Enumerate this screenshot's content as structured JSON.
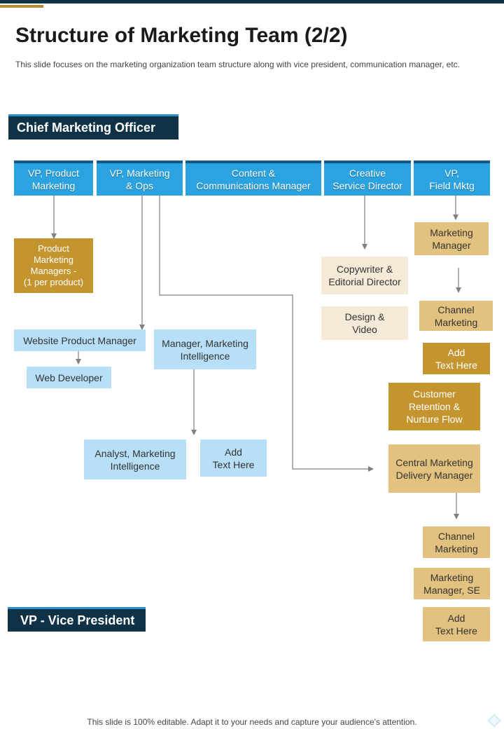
{
  "slide": {
    "title": "Structure of Marketing Team (2/2)",
    "subtitle": "This slide focuses on the marketing organization team structure along with vice president, communication manager, etc.",
    "footer": "This slide is 100% editable. Adapt it to your needs and capture your audience's attention."
  },
  "banners": {
    "cmo": "Chief Marketing Officer",
    "legend": "VP - Vice President"
  },
  "vp_row": {
    "product": "VP, Product\nMarketing",
    "ops": "VP, Marketing\n& Ops",
    "content": "Content &\nCommunications Manager",
    "creative": "Creative\nService Director",
    "field": "VP,\nField Mktg"
  },
  "product_col": {
    "pmm": "Product\nMarketing\nManagers -\n(1 per product)",
    "website_pm": "Website Product Manager",
    "web_dev": "Web Developer"
  },
  "intel_col": {
    "manager": "Manager, Marketing\nIntelligence",
    "analyst": "Analyst, Marketing\nIntelligence",
    "add_text": "Add\nText Here"
  },
  "creative_col": {
    "copywriter": "Copywriter &\nEditorial Director",
    "design": "Design &\nVideo"
  },
  "field_col": {
    "marketing_manager": "Marketing\nManager",
    "channel_marketing": "Channel\nMarketing",
    "add_text": "Add\nText Here",
    "customer_retention": "Customer\nRetention &\nNurture Flow",
    "central_delivery": "Central Marketing\nDelivery Manager",
    "channel_marketing_2": "Channel\nMarketing",
    "marketing_manager_se": "Marketing\nManager, SE",
    "add_text_2": "Add\nText Here"
  },
  "colors": {
    "navy": "#0f3246",
    "vp_blue": "#2aa3e0",
    "light_blue": "#b7dff7",
    "gold": "#c4942e",
    "tan": "#e2c27e",
    "cream": "#f5ead8",
    "connector": "#808080"
  }
}
